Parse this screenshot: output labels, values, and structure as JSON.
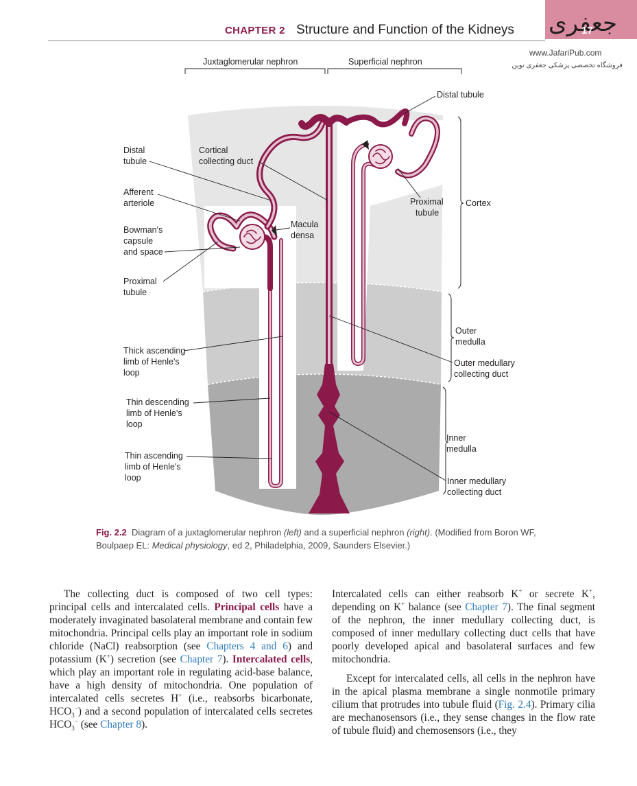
{
  "header": {
    "chapter": "CHAPTER 2",
    "title": "Structure and Function of the Kidneys",
    "page_number": "17",
    "logo_url": "www.JafariPub.com",
    "logo_shop": "فروشگاه تخصصی پزشکی جعفری نوین"
  },
  "figure": {
    "top_labels": {
      "juxta": "Juxtaglomerular nephron",
      "superficial": "Superficial nephron"
    },
    "left_labels": {
      "distal_1": "Distal",
      "distal_2": "tubule",
      "cortical_1": "Cortical",
      "cortical_2": "collecting duct",
      "afferent_1": "Afferent",
      "afferent_2": "arteriole",
      "bowman_1": "Bowman's",
      "bowman_2": "capsule",
      "bowman_3": "and space",
      "proximal_1": "Proximal",
      "proximal_2": "tubule",
      "thick_1": "Thick ascending",
      "thick_2": "limb of Henle's",
      "thick_3": "loop",
      "thindesc_1": "Thin descending",
      "thindesc_2": "limb of Henle's",
      "thindesc_3": "loop",
      "thinasc_1": "Thin ascending",
      "thinasc_2": "limb of Henle's",
      "thinasc_3": "loop"
    },
    "right_labels": {
      "distal_top": "Distal tubule",
      "macula_1": "Macula",
      "macula_2": "densa",
      "proximal_1": "Proximal",
      "proximal_2": "tubule",
      "cortex": "Cortex",
      "outer_1": "Outer",
      "outer_2": "medulla",
      "omcd_1": "Outer medullary",
      "omcd_2": "collecting duct",
      "inner_1": "Inner",
      "inner_2": "medulla",
      "imcd_1": "Inner medullary",
      "imcd_2": "collecting duct"
    },
    "colors": {
      "tubule": "#8b1a4a",
      "tubule_light": "#e3bfcf",
      "cortex": "#e6e6e6",
      "outer_medulla": "#cccccc",
      "inner_medulla": "#a9a9a9"
    }
  },
  "caption": {
    "fig_num": "Fig. 2.2",
    "text_1": "Diagram of a juxtaglomerular nephron",
    "left": "(left)",
    "text_2": "and a superficial nephron",
    "right": "(right)",
    "text_3": ". (Modified from Boron WF, Boulpaep EL:",
    "book": "Medical physiology",
    "text_4": ", ed 2, Philadelphia, 2009, Saunders Elsevier.)"
  },
  "body": {
    "left": {
      "t1": "The collecting duct is composed of two cell types: principal cells and intercalated cells.",
      "k1": "Principal cells",
      "t2": "have a moderately invaginated basolateral membrane and contain few mitochondria. Principal cells play an important role in sodium chloride (NaCl) reabsorption (see",
      "l1": "Chapters 4 and 6",
      "t3": ") and potassium (K",
      "t4": ") secretion (see",
      "l2": "Chapter 7",
      "t5": ").",
      "k2": "Intercalated cells",
      "t6": ", which play an important role in regulating acid-base balance,",
      "t7": "have a high density of mitochondria. One population of intercalated cells secretes H",
      "t8": "(i.e., reabsorbs bicarbonate, HCO",
      "t9": ") and a second population of intercalated cells secretes HCO",
      "t10": "(see",
      "l3": "Chapter 8",
      "t11": ")."
    },
    "right": {
      "p1a": "Intercalated cells can either reabsorb K",
      "p1b": "or secrete K",
      "p1c": ", depending on K",
      "p1d": "balance (see",
      "l1": "Chapter 7",
      "p1e": "). The final segment of the nephron, the inner medullary collecting duct, is composed of inner medullary collecting duct cells that have poorly developed apical and basolateral surfaces and few mitochondria.",
      "p2a": "Except for intercalated cells, all cells in the nephron have in the apical plasma membrane a single nonmotile primary cilium that protrudes into tubule fluid (",
      "l2": "Fig. 2.4",
      "p2b": "). Primary cilia are mechanosensors (i.e., they sense changes in the flow rate of tubule fluid) and chemosensors (i.e., they"
    },
    "plus": "+",
    "minus": "−",
    "three": "3"
  }
}
